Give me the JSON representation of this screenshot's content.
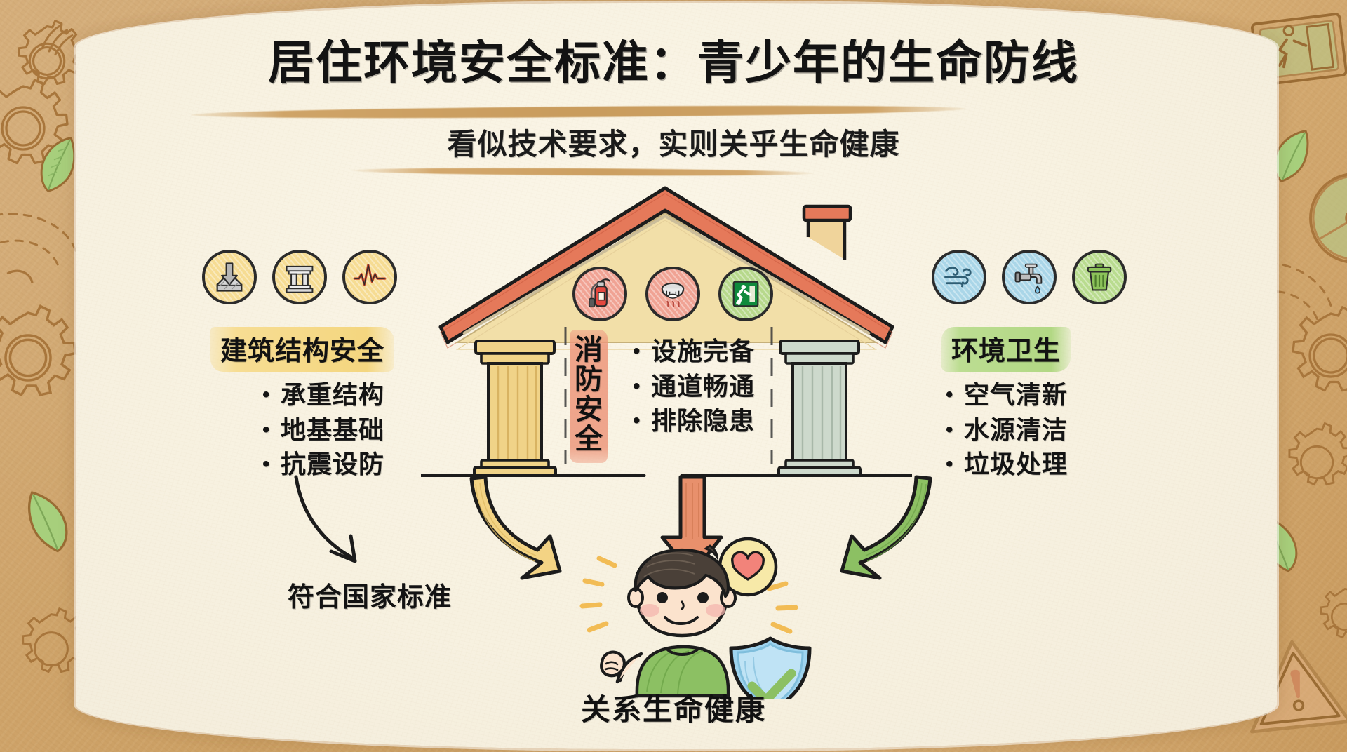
{
  "meta": {
    "kind": "hand-drawn-infographic",
    "language": "zh-CN",
    "canvas_bg": "#f7f1e0",
    "frame_bg": "#cfa36a"
  },
  "header": {
    "title": "居住环境安全标准：青少年的生命防线",
    "subtitle": "看似技术要求，实则关乎生命健康"
  },
  "columns": [
    {
      "id": "structure",
      "heading": "建筑结构安全",
      "highlight_color": "#f6dc93",
      "icon_circle_color": "#f6dc93",
      "icons": [
        "load-bearing-icon",
        "column-beam-icon",
        "seismic-wave-icon"
      ],
      "bullets": [
        "承重结构",
        "地基基础",
        "抗震设防"
      ]
    },
    {
      "id": "fire",
      "heading": "消防安全",
      "heading_orientation": "vertical",
      "highlight_color": "#ed9276",
      "icon_circle_colors": [
        "#f0a394",
        "#f0a394",
        "#b7d98c"
      ],
      "icons": [
        "fire-extinguisher-icon",
        "smoke-detector-icon",
        "emergency-exit-icon"
      ],
      "bullets": [
        "设施完备",
        "通道畅通",
        "排除隐患"
      ]
    },
    {
      "id": "sanitation",
      "heading": "环境卫生",
      "highlight_color": "#b9dc8f",
      "icon_circle_colors": [
        "#aad6e8",
        "#aad6e8",
        "#b9dc8f"
      ],
      "icons": [
        "wind-air-icon",
        "water-faucet-icon",
        "trash-bin-icon"
      ],
      "bullets": [
        "空气清新",
        "水源清洁",
        "垃圾处理"
      ]
    }
  ],
  "arrows": [
    {
      "id": "standards-arrow",
      "color": "#1c1c1c",
      "style": "thin-curved",
      "target": "符合国家标准"
    },
    {
      "id": "structure-arrow",
      "color": "#f3d384",
      "style": "thick-curved",
      "target": "关系生命健康"
    },
    {
      "id": "fire-arrow",
      "color": "#e8906c",
      "style": "straight-down",
      "target": "关系生命健康"
    },
    {
      "id": "sanitation-arrow",
      "color": "#8cc063",
      "style": "thick-curved",
      "target": "关系生命健康"
    }
  ],
  "outcomes": {
    "standards_label": "符合国家标准",
    "health_label": "关系生命健康"
  },
  "character": {
    "id": "teen-boy",
    "shirt_color": "#8cc063",
    "hair_color": "#4a4038",
    "skin_color": "#fbe3cd",
    "shield_color": "#9ed3ee",
    "check_color": "#8cc063",
    "heart_color": "#f2837a",
    "bubble_color": "#f7e9a8",
    "spark_color": "#f2bc55"
  },
  "house": {
    "roof_color": "#e5795a",
    "gable_color": "#f2dfa8",
    "left_column_color": "#f0d388",
    "right_column_color": "#cdd9cc",
    "ground_line_color": "#1c1c1c"
  },
  "frame_decorations": [
    "gear-icon",
    "gear-icon",
    "leaf-icon",
    "leaf-icon",
    "exit-sign-icon",
    "radiation-fan-icon",
    "warning-triangle-icon",
    "gear-icon",
    "leaf-icon",
    "dashed-swirl-icon"
  ]
}
